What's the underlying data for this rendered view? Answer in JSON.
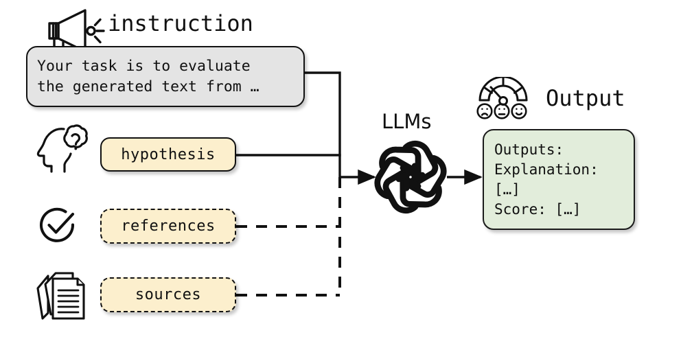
{
  "diagram": {
    "title_instruction": "instruction",
    "title_output": "Output",
    "model_label": "LLMs"
  },
  "instruction": {
    "icon": "megaphone-icon",
    "label": "instruction",
    "text_line_1": "Your task is to evaluate",
    "text_line_2": "the generated text from …",
    "fill": "#e4e4e4",
    "border": "#111111",
    "line_style": "solid"
  },
  "inputs": [
    {
      "id": "hypothesis",
      "label": "hypothesis",
      "icon": "head-thought-question-icon",
      "fill": "#fcefcd",
      "border": "#111111",
      "line_style": "solid"
    },
    {
      "id": "references",
      "label": "references",
      "icon": "check-circle-icon",
      "fill": "#fcefcd",
      "border": "#111111",
      "line_style": "dashed"
    },
    {
      "id": "sources",
      "label": "sources",
      "icon": "documents-stack-icon",
      "fill": "#fcefcd",
      "border": "#111111",
      "line_style": "dashed"
    }
  ],
  "model": {
    "label": "LLMs",
    "icon": "openai-knot-icon"
  },
  "output": {
    "label": "Output",
    "icon": "gauge-faces-icon",
    "face_icons": [
      "sad-face-icon",
      "neutral-face-icon",
      "happy-face-icon"
    ],
    "fill": "#e2eddb",
    "border": "#1a1a1a",
    "text_line_1": "Outputs:",
    "text_line_2": "Explanation:",
    "text_line_3": "[…]",
    "text_line_4": "Score: […]"
  },
  "colors": {
    "stroke": "#111111",
    "chip_fill": "#fcefcd",
    "instruction_fill": "#e4e4e4",
    "output_fill": "#e2eddb",
    "background": "#ffffff"
  }
}
